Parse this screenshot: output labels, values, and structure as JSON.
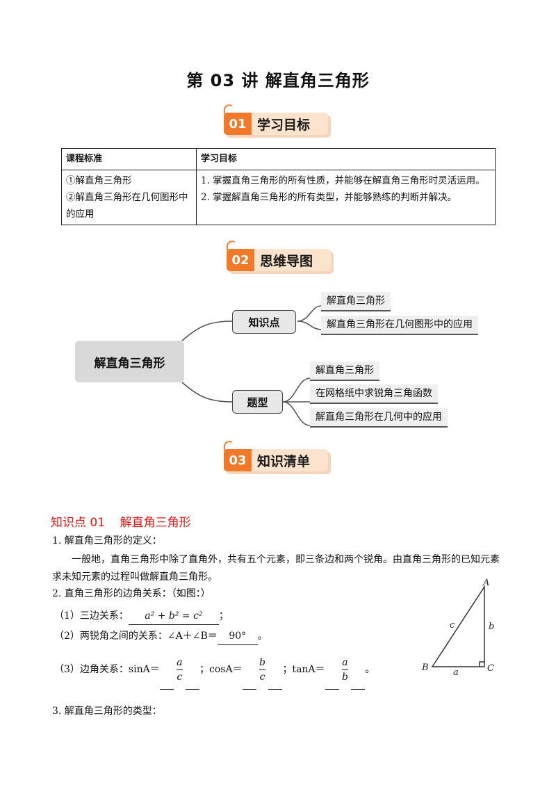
{
  "title": "第 03 讲  解直角三角形",
  "sections": [
    {
      "num": "01",
      "label": "学习目标"
    },
    {
      "num": "02",
      "label": "思维导图"
    },
    {
      "num": "03",
      "label": "知识清单"
    }
  ],
  "goals_table": {
    "headers": [
      "课程标准",
      "学习目标"
    ],
    "standards": [
      "①解直角三角形",
      "②解直角三角形在几何图形中的应用"
    ],
    "objectives": [
      "1. 掌握直角三角形的所有性质，并能够在解直角三角形时灵活运用。",
      "2. 掌握解直角三角形的所有类型，并能够熟练的判断并解决。"
    ]
  },
  "mindmap": {
    "root": "解直角三角形",
    "branches": [
      {
        "label": "知识点",
        "leaves": [
          "解直角三角形",
          "解直角三角形在几何图形中的应用"
        ]
      },
      {
        "label": "题型",
        "leaves": [
          "解直角三角形",
          "在网格纸中求锐角三角函数",
          "解直角三角形在几何中的应用"
        ]
      }
    ]
  },
  "knowledge": {
    "heading": "知识点 01    解直角三角形",
    "item1_title": "1. 解直角三角形的定义：",
    "item1_text": "一般地，直角三角形中除了直角外，共有五个元素，即三条边和两个锐角。由直角三角形的已知元素求未知元素的过程叫做解直角三角形。",
    "item2_title": "2. 直角三角形的边角关系：（如图：）",
    "rel1_label": "（1）三边关系：",
    "rel1_answer": "a² + b² = c²",
    "rel2_label": "（2）两锐角之间的关系：∠A＋∠B＝",
    "rel2_answer": "90°",
    "rel3_label": "（3）边角关系：",
    "sin_label": "sinA＝",
    "cos_label": "；cosA＝",
    "tan_label": "；tanA＝",
    "sin_frac": {
      "num": "a",
      "den": "c"
    },
    "cos_frac": {
      "num": "b",
      "den": "c"
    },
    "tan_frac": {
      "num": "a",
      "den": "b"
    },
    "item3_title": "3. 解直角三角形的类型："
  },
  "triangle": {
    "A": "A",
    "B": "B",
    "C": "C",
    "a": "a",
    "b": "b",
    "c": "c"
  }
}
